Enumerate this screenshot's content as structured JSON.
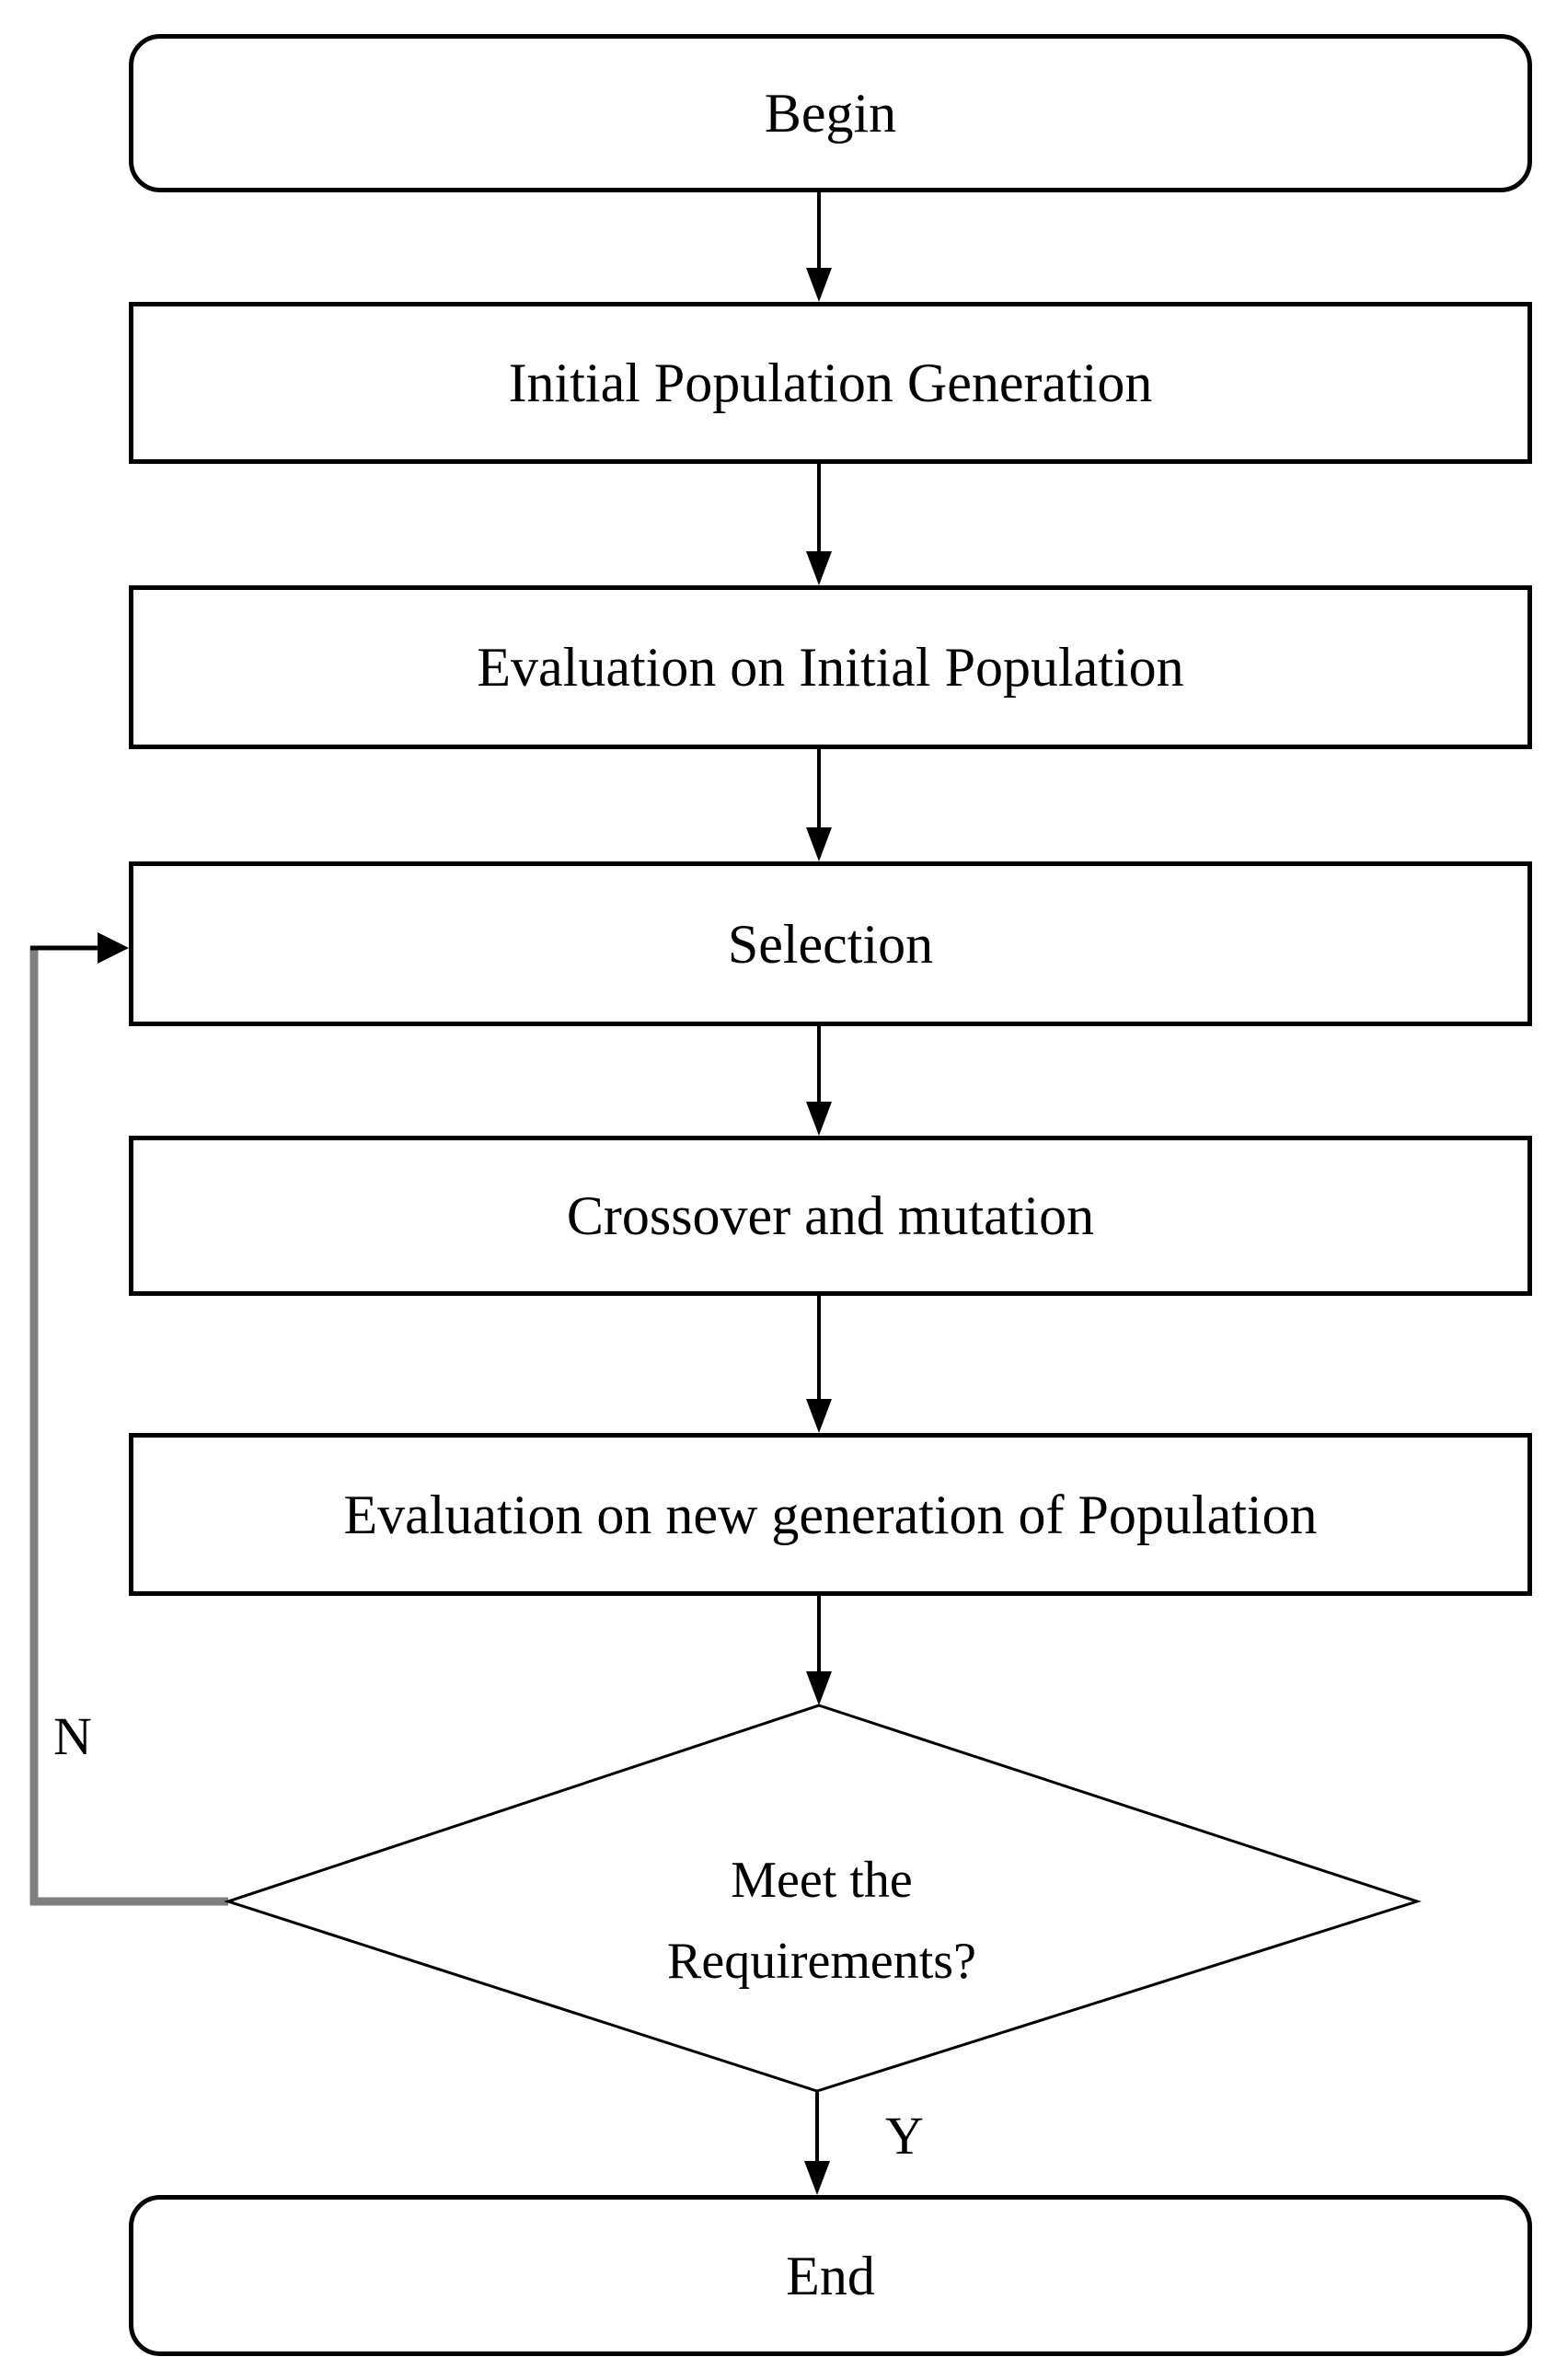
{
  "flowchart": {
    "background": "#ffffff",
    "line_color": "#000000",
    "loop_line_color": "#7f7f7f",
    "nodes": [
      {
        "id": "begin",
        "type": "terminator",
        "label": "Begin"
      },
      {
        "id": "initial-population-generation",
        "type": "process",
        "label": "Initial Population Generation"
      },
      {
        "id": "evaluation-initial-population",
        "type": "process",
        "label": "Evaluation on Initial Population"
      },
      {
        "id": "selection",
        "type": "process",
        "label": "Selection"
      },
      {
        "id": "crossover-and-mutation",
        "type": "process",
        "label": "Crossover and mutation"
      },
      {
        "id": "evaluation-new-generation",
        "type": "process",
        "label": "Evaluation on new generation of Population"
      },
      {
        "id": "decision",
        "type": "decision",
        "label": "Meet the Requirements?",
        "label_line1": "Meet the",
        "label_line2": "Requirements?"
      },
      {
        "id": "end",
        "type": "terminator",
        "label": "End"
      }
    ],
    "edge_labels": {
      "yes": "Y",
      "no": "N"
    }
  }
}
